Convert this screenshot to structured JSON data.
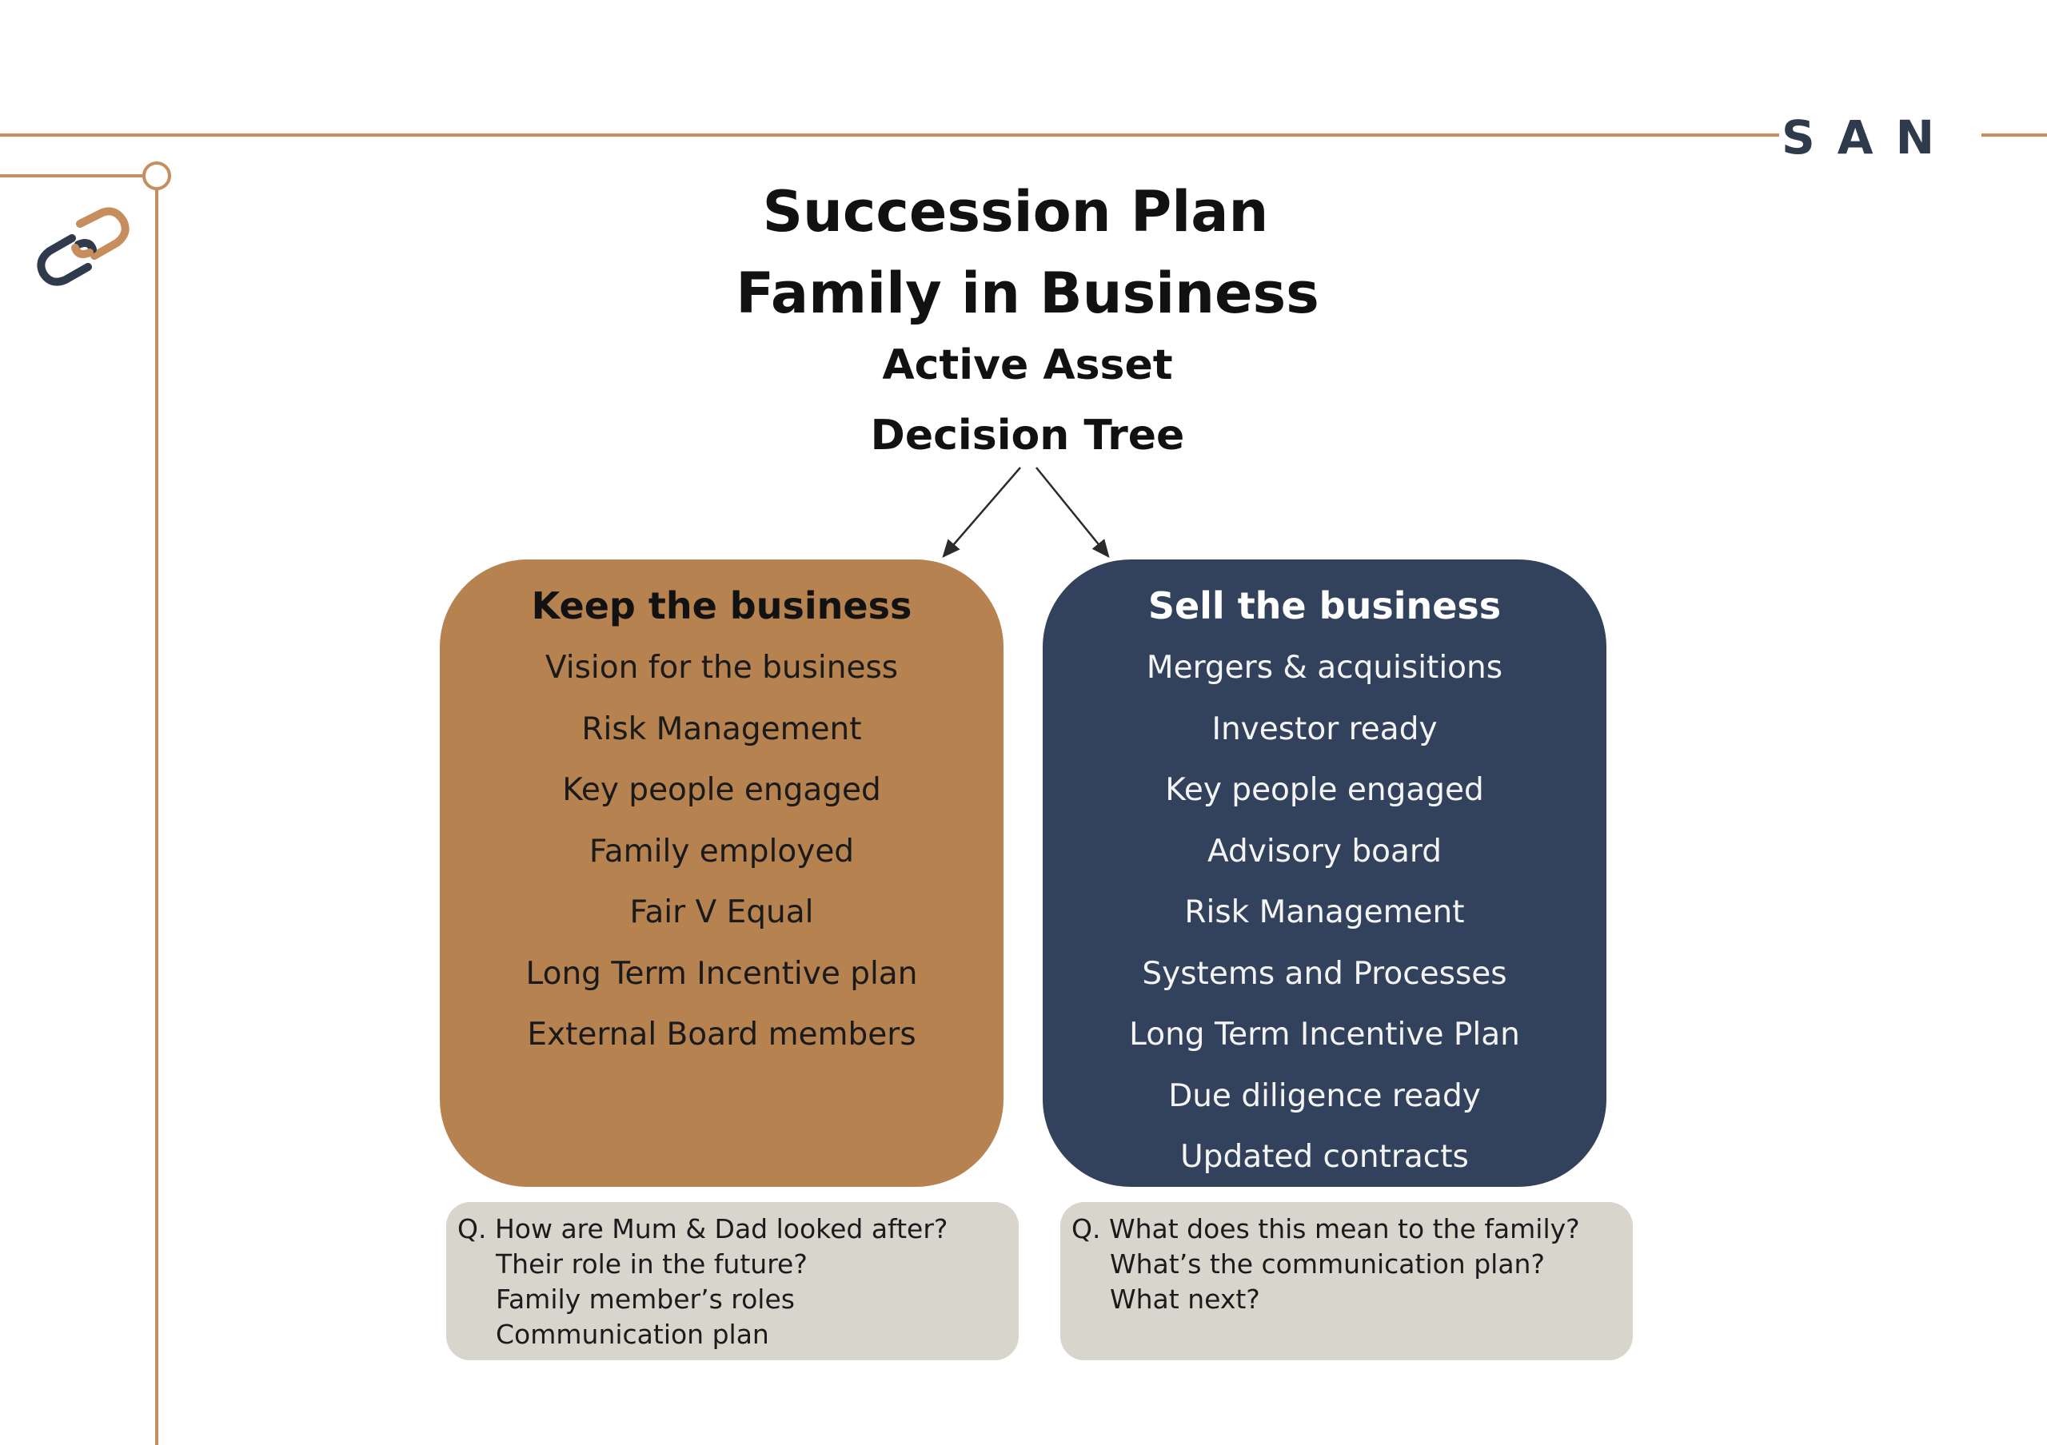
{
  "brand": {
    "wordmark": "SAN",
    "accent_color": "#c58e5c",
    "dark_color": "#2f3b4c"
  },
  "header": {
    "title_line_1": "Succession Plan",
    "title_line_2": "Family in Business",
    "subtitle_line_1": "Active Asset",
    "subtitle_line_2": "Decision Tree"
  },
  "branches": {
    "keep": {
      "heading": "Keep the business",
      "color": "#b6824f",
      "items": [
        "Vision for the business",
        "Risk Management",
        "Key people engaged",
        "Family employed",
        "Fair V Equal",
        "Long Term Incentive plan",
        "External Board members"
      ],
      "questions": [
        "Q. How are Mum & Dad looked after?",
        "Their role in the future?",
        "Family member’s roles",
        "Communication plan"
      ]
    },
    "sell": {
      "heading": "Sell the business",
      "color": "#33425c",
      "items": [
        "Mergers & acquisitions",
        "Investor ready",
        "Key people engaged",
        "Advisory board",
        "Risk Management",
        "Systems and Processes",
        "Long Term Incentive Plan",
        "Due diligence ready",
        "Updated contracts"
      ],
      "questions": [
        "Q. What does this mean to the family?",
        "What’s the communication plan?",
        "What next?"
      ]
    },
    "question_box_color": "#d8d5cd"
  }
}
